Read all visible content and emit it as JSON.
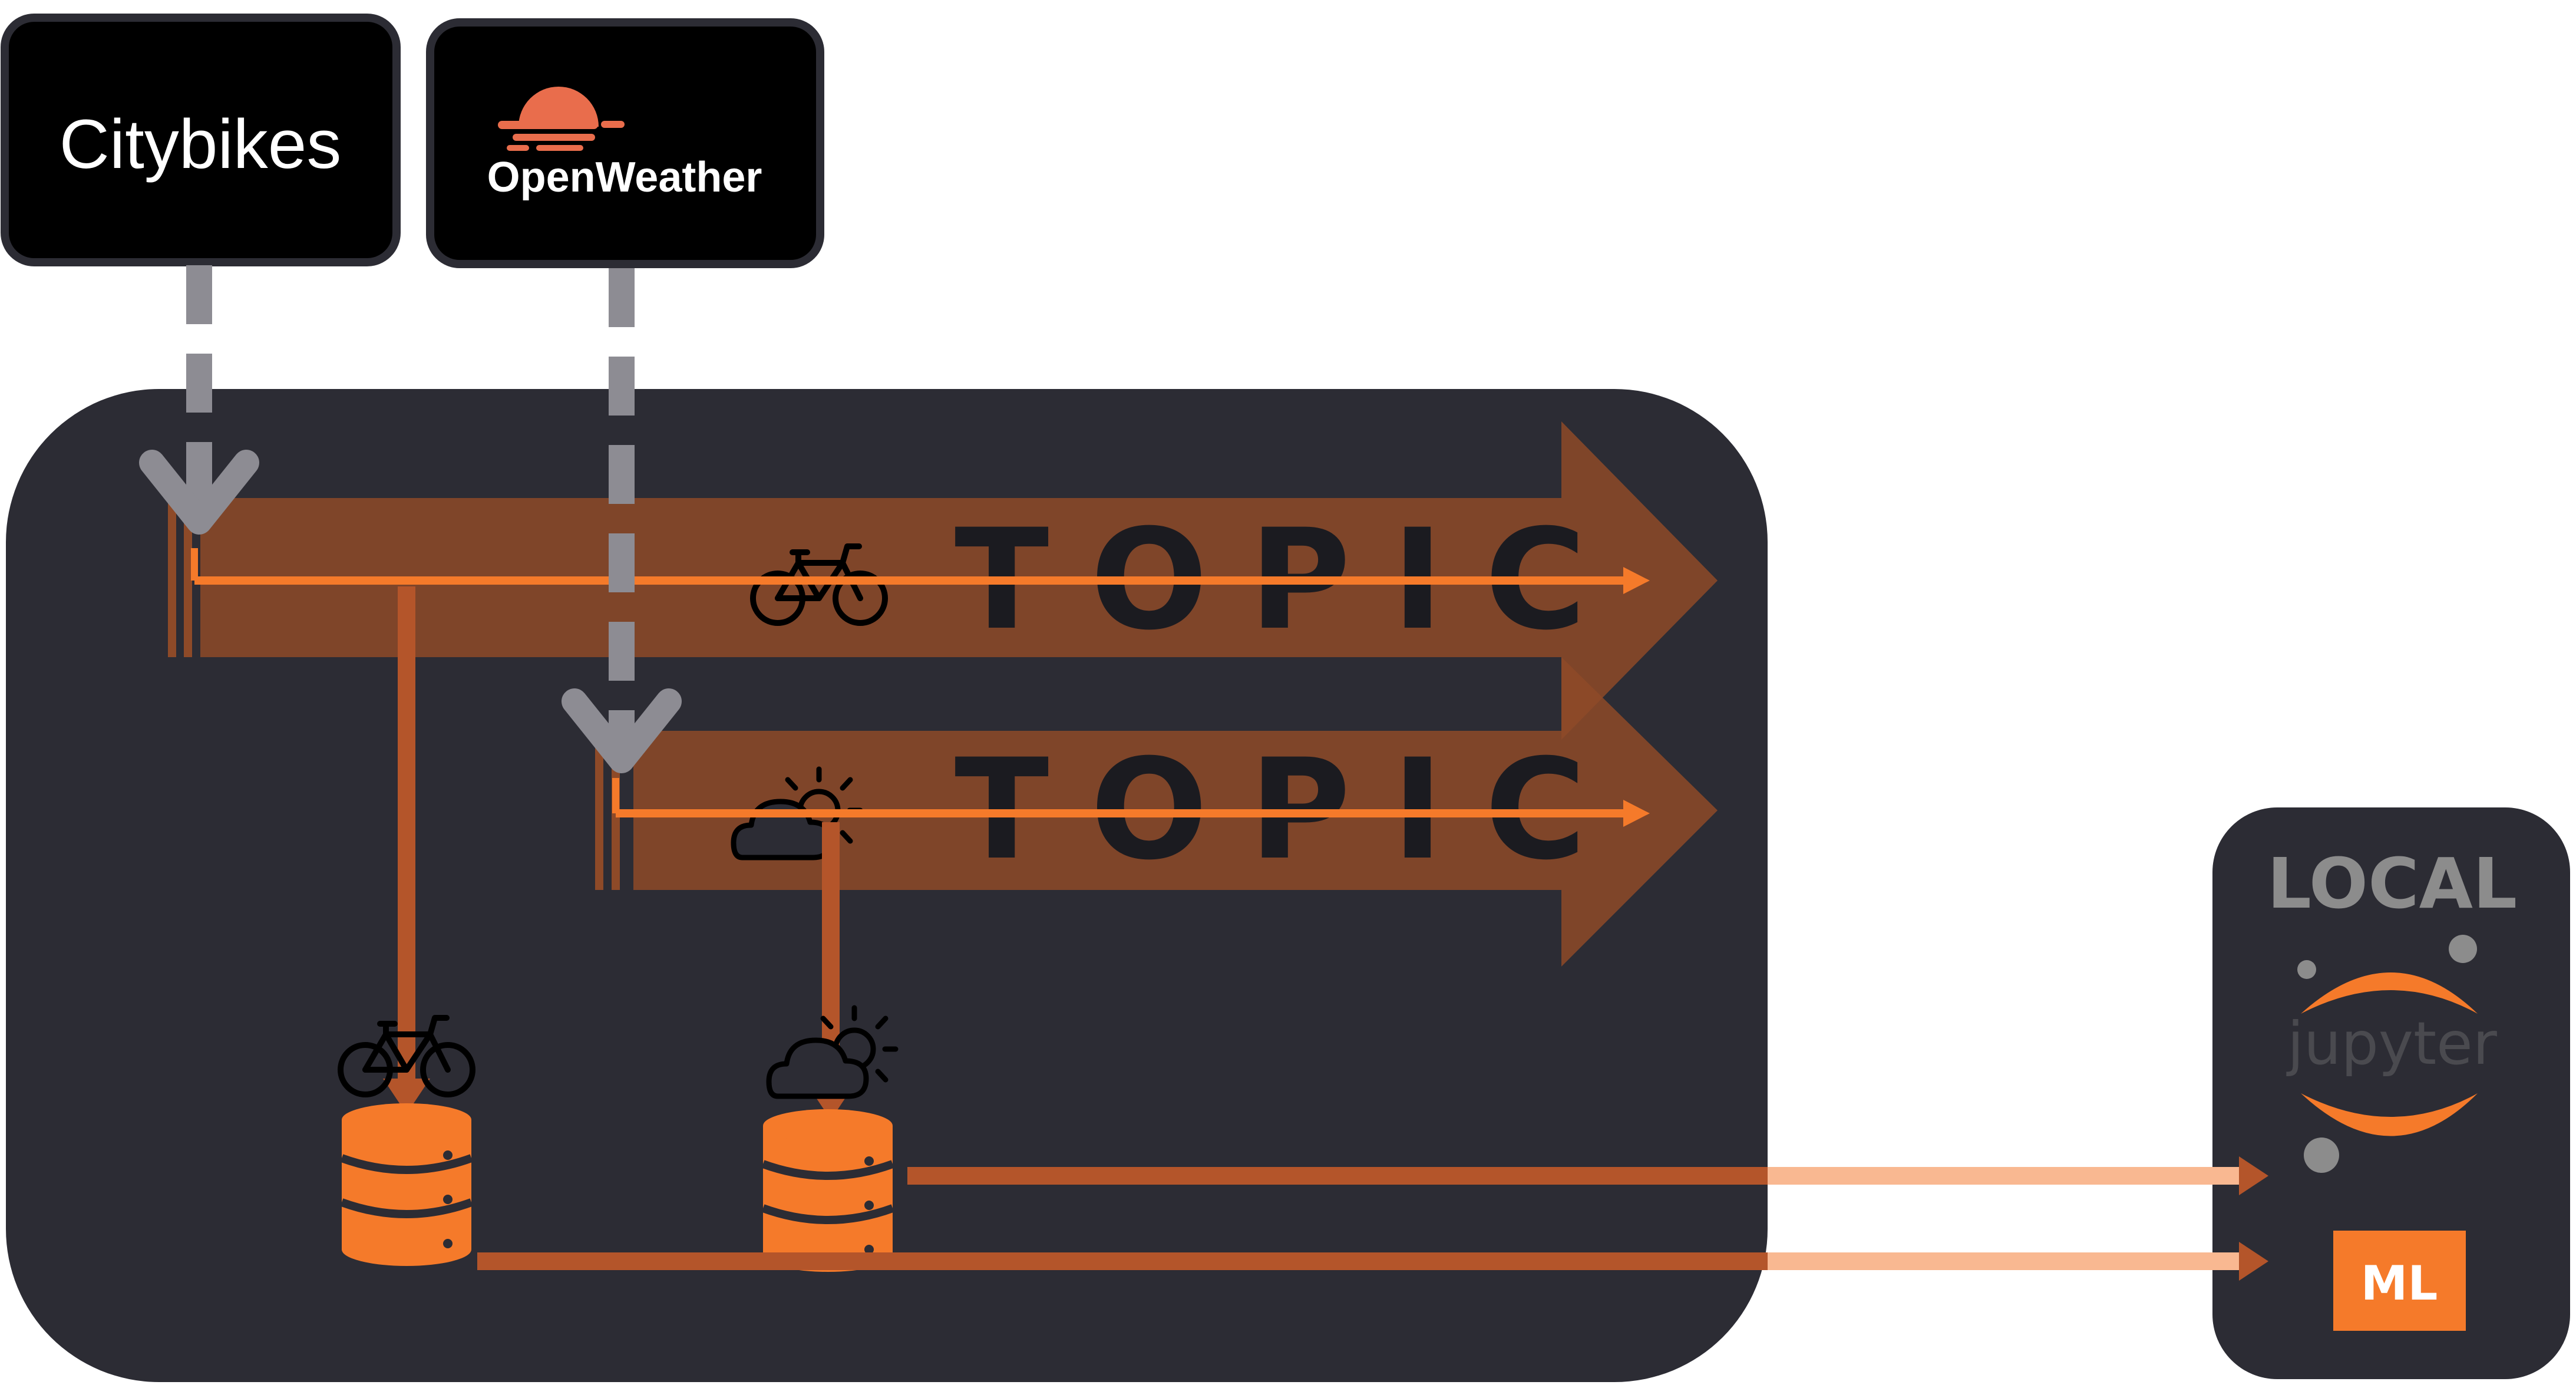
{
  "sources": {
    "citybikes": {
      "label": "Citybikes",
      "icon": "citybikes-logo"
    },
    "openweather": {
      "label": "OpenWeather",
      "icon": "openweather-sun-logo"
    }
  },
  "cloud": {
    "topics": [
      {
        "label": "TOPIC",
        "icon": "bicycle-icon"
      },
      {
        "label": "TOPIC",
        "icon": "weather-icon"
      }
    ],
    "storages": [
      {
        "icon": "database-icon",
        "badge_icon": "bicycle-icon"
      },
      {
        "icon": "database-icon",
        "badge_icon": "weather-icon"
      }
    ]
  },
  "local": {
    "title": "LOCAL",
    "jupyter_label": "jupyter",
    "ml_label": "ML"
  },
  "colors": {
    "panel": "#2c2c34",
    "accent": "#f57a2a",
    "topic_arrow": "#8e4a28",
    "flow_line": "#b4552a",
    "source_arrow": "#8d8c93",
    "black": "#000000",
    "local_title": "#8c8c8c"
  }
}
